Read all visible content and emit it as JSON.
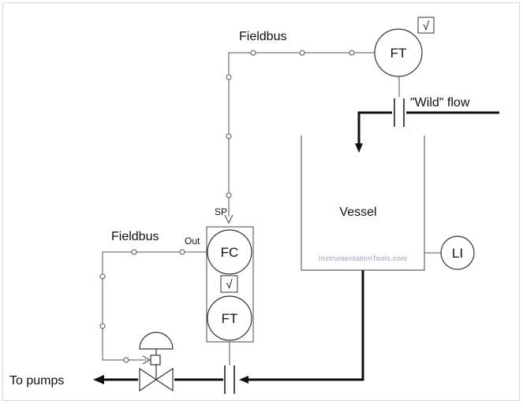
{
  "diagram": {
    "top_fieldbus_label": "Fieldbus",
    "bottom_fieldbus_label": "Fieldbus",
    "wild_flow_label": "\"Wild\" flow",
    "vessel_label": "Vessel",
    "watermark": "InstrumentationTools.com",
    "to_pumps_label": "To pumps",
    "sp_label": "SP",
    "out_label": "Out",
    "instruments": {
      "ft_top": "FT",
      "fc": "FC",
      "ft_bottom": "FT",
      "li": "LI"
    },
    "sqrt_symbol": "√"
  }
}
